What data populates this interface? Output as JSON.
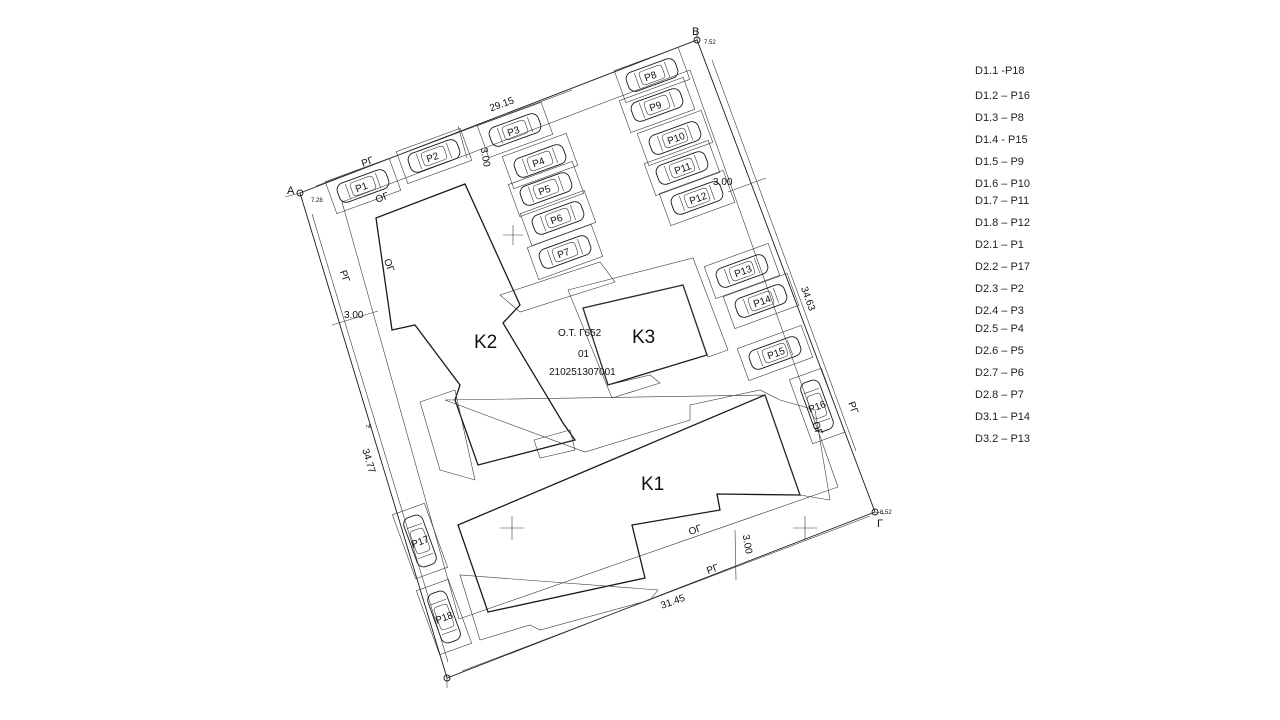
{
  "points": {
    "A": {
      "label": "A",
      "elev": "7.28"
    },
    "B": {
      "label": "B",
      "elev": "7.52"
    },
    "G": {
      "label": "Г",
      "elev": "6.52"
    }
  },
  "dimensions": {
    "top": "29.15",
    "right": "34.63",
    "bottom": "31.45",
    "left": "34.77",
    "setback_left": "3.00",
    "setback_top": "3.00",
    "setback_right": "3.00",
    "setback_bottom": "3.00",
    "left_small": "nb"
  },
  "lines": {
    "rg": "РГ",
    "og": "ОГ"
  },
  "buildings": {
    "k1": "K1",
    "k2": "K2",
    "k3": "K3"
  },
  "parcel": {
    "line1": "О.Т. Г652",
    "line2": "01",
    "line3": "210251307001"
  },
  "parking": [
    "P1",
    "P2",
    "P3",
    "P4",
    "P5",
    "P6",
    "P7",
    "P8",
    "P9",
    "P10",
    "P11",
    "P12",
    "P13",
    "P14",
    "P15",
    "P16",
    "P17",
    "P18"
  ],
  "legend": [
    "D1.1 -P18",
    "D1.2 – P16",
    "D1.3 – P8",
    "D1.4 - P15",
    "D1.5 – P9",
    "D1.6 – P10",
    "D1.7 – P11",
    "D1.8 – P12",
    "D2.1 – P1",
    "D2.2 – P17",
    "D2.3 – P2",
    "D2.4 – P3",
    "D2.5 – P4",
    "D2.6 – P5",
    "D2.7 – P6",
    "D2.8 – P7",
    "D3.1 – P14",
    "D3.2 – P13"
  ]
}
